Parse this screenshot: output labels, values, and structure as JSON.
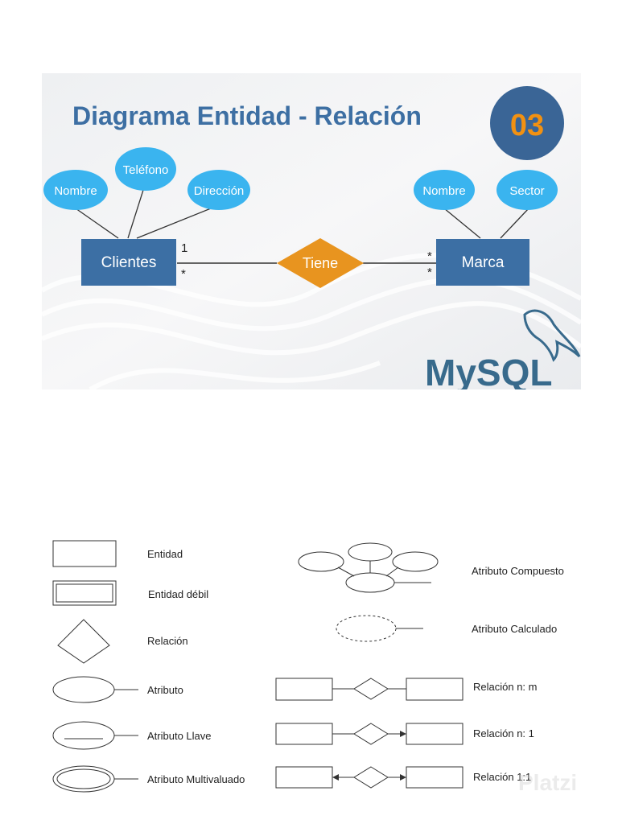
{
  "banner": {
    "title": "Diagrama Entidad - Relación",
    "badge": "03",
    "entities": {
      "left": "Clientes",
      "right": "Marca"
    },
    "relationship": "Tiene",
    "cardinality": {
      "left_top": "1",
      "left_bottom": "*",
      "right_top": "*",
      "right_bottom": "*"
    },
    "attributes_left": [
      "Nombre",
      "Teléfono",
      "Dirección"
    ],
    "attributes_right": [
      "Nombre",
      "Sector"
    ],
    "logo_text": "MySQL",
    "colors": {
      "title": "#3d6fa3",
      "entity": "#3c6fa4",
      "attribute": "#3ab4ef",
      "relationship": "#e8941f",
      "badge": "#3a6596",
      "logo_blue": "#386a8c",
      "logo_orange": "#f29111"
    }
  },
  "legend": {
    "items_left": [
      "Entidad",
      "Entidad débil",
      "Relación",
      "Atributo",
      "Atributo Llave",
      "Atributo Multivaluado"
    ],
    "items_right": [
      "Atributo Compuesto",
      "Atributo Calculado",
      "Relación n: m",
      "Relación n: 1",
      "Relación 1:1"
    ],
    "watermark": "Platzi"
  }
}
